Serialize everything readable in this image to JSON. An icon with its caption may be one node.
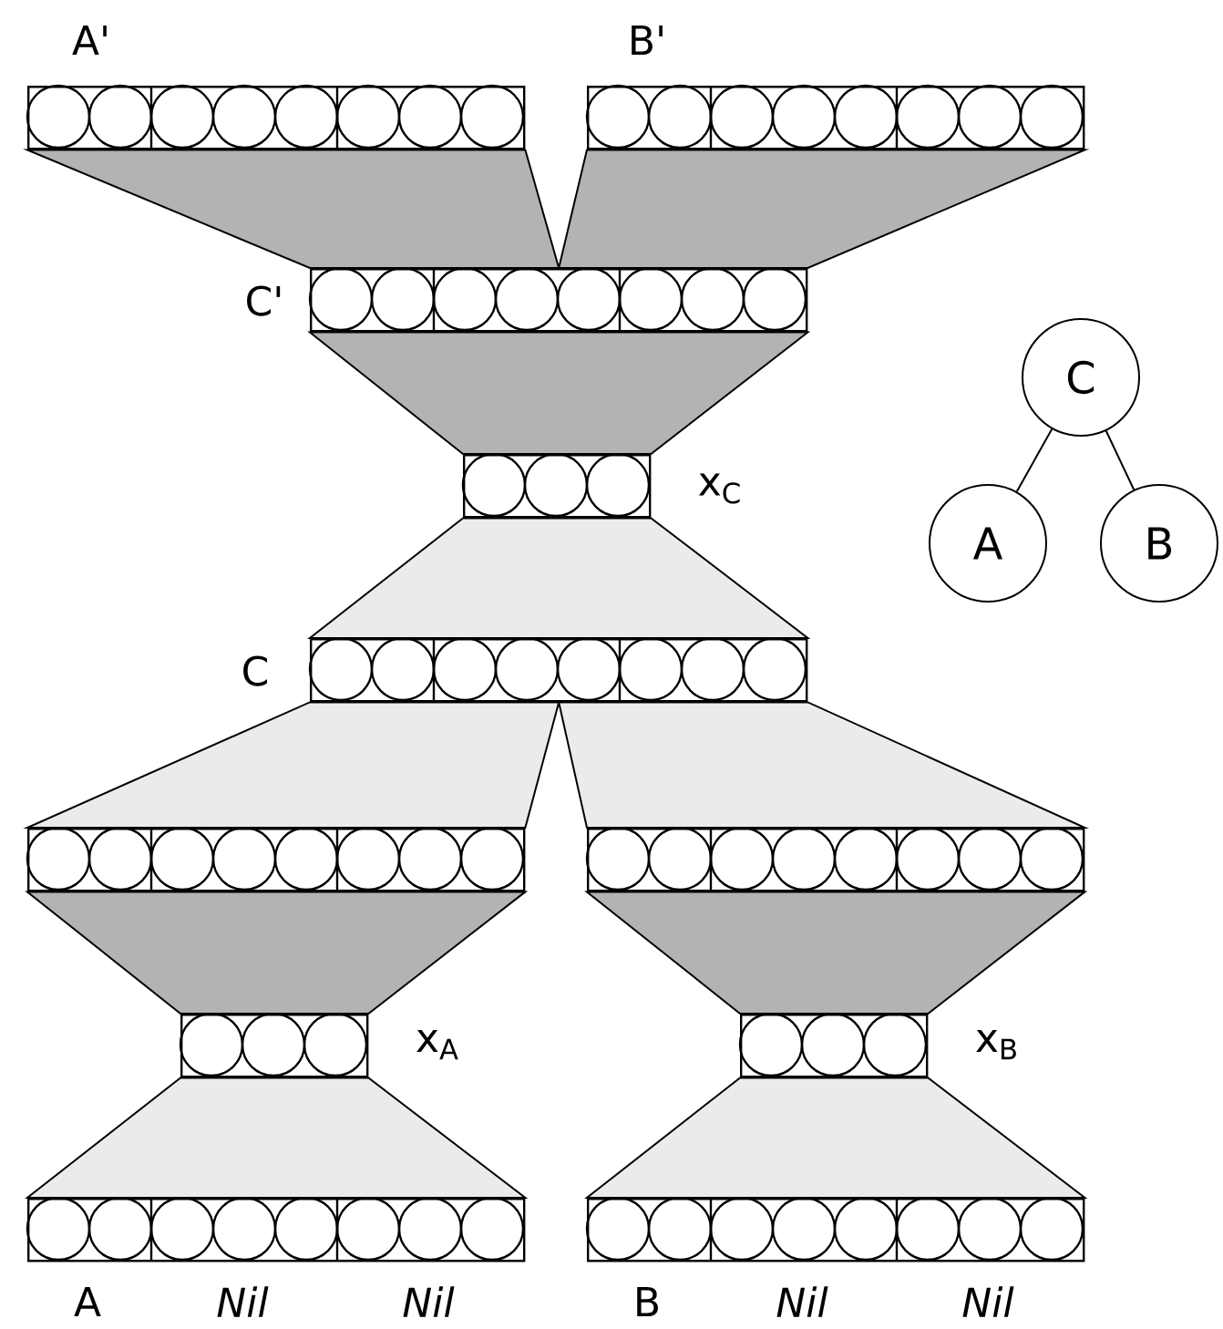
{
  "diagram": {
    "nodes": [
      {
        "text": [],
        "shape": "box",
        "beside": [
          "A'"
        ]
      },
      {
        "text": [],
        "shape": "box",
        "beside": [
          "B'"
        ]
      },
      {
        "text": [],
        "shape": "box",
        "beside": [
          "C'"
        ]
      },
      {
        "text": [],
        "shape": "box",
        "beside": [
          "x$_{C}$"
        ]
      },
      {
        "text": [],
        "shape": "box",
        "beside": [
          "C"
        ]
      },
      {
        "text": [],
        "shape": "box"
      },
      {
        "text": [],
        "shape": "box"
      },
      {
        "text": [],
        "shape": "box",
        "beside": [
          "x$_{A}$"
        ]
      },
      {
        "text": [],
        "shape": "box",
        "beside": [
          "x$_{B}$"
        ]
      },
      {
        "text": [],
        "shape": "box",
        "beside": [
          "A",
          "Nil",
          "Nil"
        ]
      },
      {
        "text": [],
        "shape": "box",
        "beside": [
          "B",
          "Nil",
          "Nil"
        ]
      },
      {
        "text": [
          "C"
        ]
      },
      {
        "text": [
          "A"
        ]
      },
      {
        "text": [
          "B"
        ]
      }
    ],
    "edges": [
      {
        "from": 0,
        "to": 2,
        "arrow": "none",
        "color": "#b3b3b3"
      },
      {
        "from": 1,
        "to": 2,
        "arrow": "none",
        "color": "#b3b3b3"
      },
      {
        "from": 2,
        "to": 3,
        "arrow": "none",
        "color": "#b3b3b3"
      },
      {
        "from": 3,
        "to": 4,
        "arrow": "none",
        "color": "#ebebeb"
      },
      {
        "from": 4,
        "to": 5,
        "arrow": "none",
        "color": "#ebebeb"
      },
      {
        "from": 4,
        "to": 6,
        "arrow": "none",
        "color": "#ebebeb"
      },
      {
        "from": 5,
        "to": 7,
        "arrow": "none",
        "color": "#b3b3b3"
      },
      {
        "from": 6,
        "to": 8,
        "arrow": "none",
        "color": "#b3b3b3"
      },
      {
        "from": 7,
        "to": 9,
        "arrow": "none",
        "color": "#ebebeb"
      },
      {
        "from": 8,
        "to": 10,
        "arrow": "none",
        "color": "#ebebeb"
      },
      {
        "from": 11,
        "to": 12,
        "arrow": "none"
      },
      {
        "from": 11,
        "to": 13,
        "arrow": "none"
      }
    ]
  }
}
